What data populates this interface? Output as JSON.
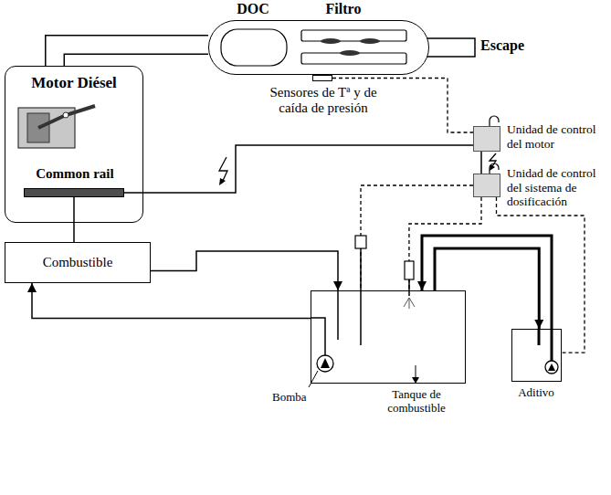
{
  "diagram": {
    "nodes": [
      {
        "text": [
          "Motor Diésel"
        ]
      },
      {
        "text": [
          "Common rail"
        ],
        "in": 0
      },
      {
        "text": [
          "DOC",
          "Filtro"
        ]
      },
      {
        "text": [
          "Sensores de Tª y de caída de presión"
        ]
      },
      {
        "text": [
          "Unidad de control del motor"
        ]
      },
      {
        "text": [
          "Unidad de control del sistema de dosificación"
        ]
      },
      {
        "text": [
          "Combustible"
        ]
      },
      {
        "text": [
          "Tanque de combustible"
        ]
      },
      {
        "text": [
          "Aditivo"
        ]
      }
    ],
    "edges": [
      {
        "from": 0,
        "to": 2,
        "arrow": "none"
      },
      {
        "from": 3,
        "to": 4,
        "arrow": "none"
      },
      {
        "from": 4,
        "to": 1,
        "arrow": "none"
      },
      {
        "from": 4,
        "to": 5,
        "arrow": "none"
      },
      {
        "from": 5,
        "to": 7,
        "arrow": "none"
      },
      {
        "from": 5,
        "to": 7,
        "arrow": "none"
      },
      {
        "from": 5,
        "to": 8,
        "arrow": "none"
      },
      {
        "from": 8,
        "to": 7,
        "arrow": "to"
      },
      {
        "from": 7,
        "to": 8,
        "arrow": "to"
      },
      {
        "from": 1,
        "to": 6,
        "arrow": "none"
      },
      {
        "from": 6,
        "to": 7,
        "arrow": "to"
      },
      {
        "from": 7,
        "to": 6,
        "arrow": "to"
      }
    ],
    "labels": [
      "Escape",
      "Bomba"
    ]
  }
}
